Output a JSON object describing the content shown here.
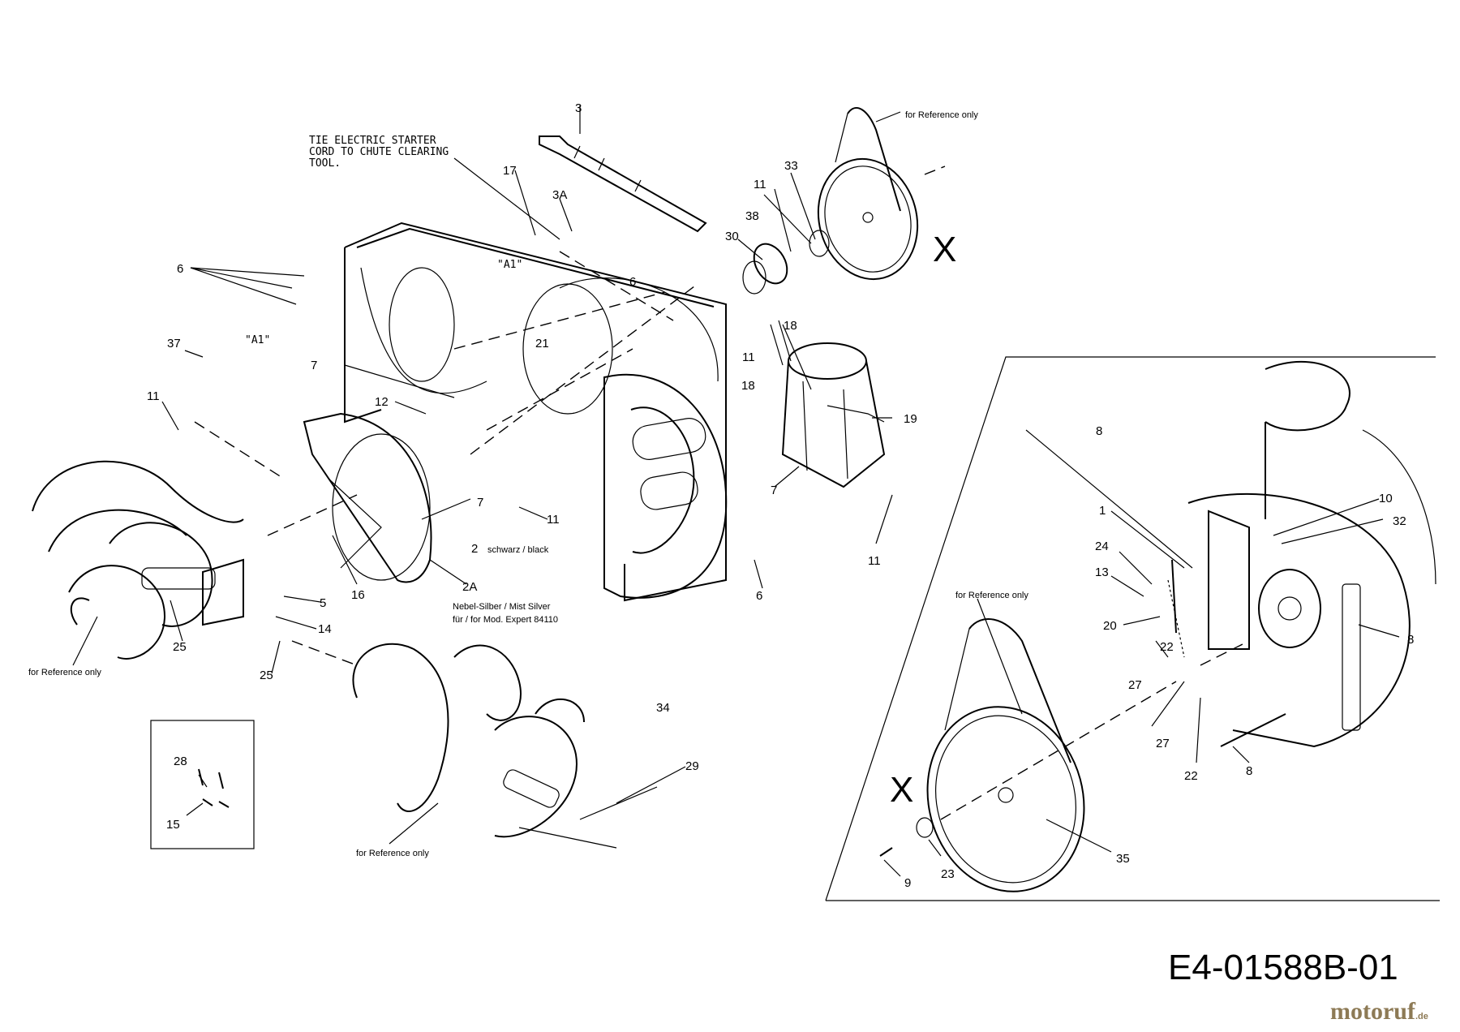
{
  "document_id": "E4-01588B-01",
  "brand": {
    "name": "motoruf",
    "tld": ".de",
    "color": "#8d7a55"
  },
  "note_tie": [
    "TIE ELECTRIC STARTER",
    "CORD TO CHUTE CLEARING",
    "TOOL."
  ],
  "ref_A1": "\"A1\"",
  "x_mark": "X",
  "reference_note": "for Reference only",
  "color_note_black": "schwarz / black",
  "color_note_silver": [
    "Nebel-Silber / Mist Silver",
    "für / for Mod. Expert 84110"
  ],
  "callouts": [
    "3",
    "17",
    "3A",
    "6",
    "6",
    "21",
    "37",
    "11",
    "7",
    "12",
    "7",
    "2",
    "2A",
    "16",
    "5",
    "14",
    "25",
    "25",
    "11",
    "6",
    "11",
    "18",
    "33",
    "38",
    "30",
    "11",
    "18",
    "19",
    "7",
    "11",
    "34",
    "29",
    "28",
    "15",
    "8",
    "1",
    "24",
    "13",
    "20",
    "22",
    "27",
    "27",
    "22",
    "10",
    "32",
    "8",
    "8",
    "9",
    "23",
    "35"
  ]
}
